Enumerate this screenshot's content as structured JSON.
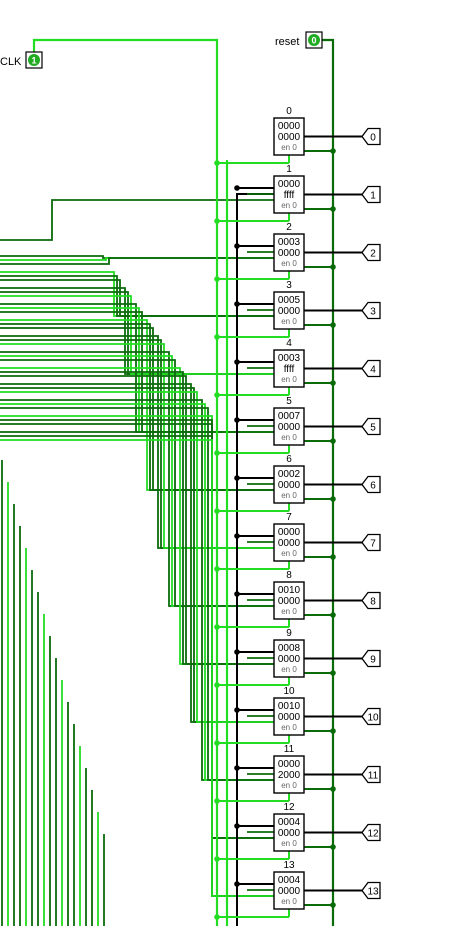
{
  "clock": {
    "label": "CLK",
    "value": "1"
  },
  "reset": {
    "label": "reset",
    "value": "0"
  },
  "colors": {
    "wire_active": "#22dd22",
    "wire_inactive": "#0b6b0b",
    "wire_bus": "#000000",
    "pin_fill": "#22aa22",
    "pin_text": "#ffffff"
  },
  "registers": [
    {
      "index": "0",
      "hi": "0000",
      "lo": "0000",
      "en": "en 0",
      "output": "0"
    },
    {
      "index": "1",
      "hi": "0000",
      "lo": "ffff",
      "en": "en 0",
      "output": "1"
    },
    {
      "index": "2",
      "hi": "0003",
      "lo": "0000",
      "en": "en 0",
      "output": "2"
    },
    {
      "index": "3",
      "hi": "0005",
      "lo": "0000",
      "en": "en 0",
      "output": "3"
    },
    {
      "index": "4",
      "hi": "0003",
      "lo": "ffff",
      "en": "en 0",
      "output": "4"
    },
    {
      "index": "5",
      "hi": "0007",
      "lo": "0000",
      "en": "en 0",
      "output": "5"
    },
    {
      "index": "6",
      "hi": "0002",
      "lo": "0000",
      "en": "en 0",
      "output": "6"
    },
    {
      "index": "7",
      "hi": "0000",
      "lo": "0000",
      "en": "en 0",
      "output": "7"
    },
    {
      "index": "8",
      "hi": "0010",
      "lo": "0000",
      "en": "en 0",
      "output": "8"
    },
    {
      "index": "9",
      "hi": "0008",
      "lo": "0000",
      "en": "en 0",
      "output": "9"
    },
    {
      "index": "10",
      "hi": "0010",
      "lo": "0000",
      "en": "en 0",
      "output": "10"
    },
    {
      "index": "11",
      "hi": "0000",
      "lo": "2000",
      "en": "en 0",
      "output": "11"
    },
    {
      "index": "12",
      "hi": "0004",
      "lo": "0000",
      "en": "en 0",
      "output": "12"
    },
    {
      "index": "13",
      "hi": "0004",
      "lo": "0000",
      "en": "en 0",
      "output": "13"
    }
  ]
}
